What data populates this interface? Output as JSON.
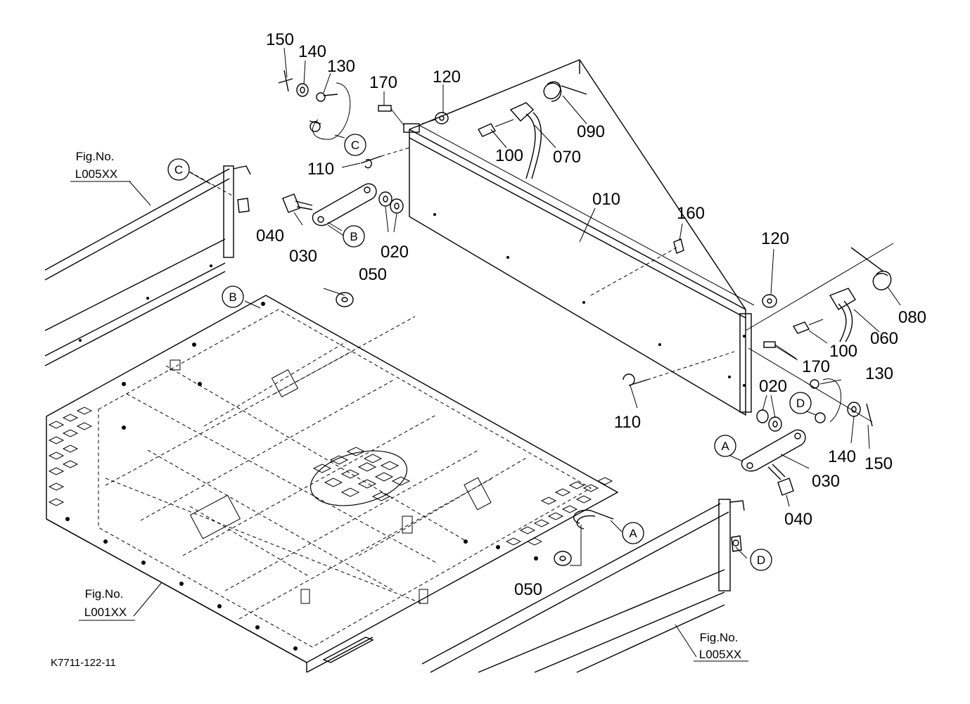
{
  "figure_code": "K7711-122-11",
  "fig_refs": [
    {
      "caption": "Fig.No.",
      "number": "L005XX"
    },
    {
      "caption": "Fig.No.",
      "number": "L001XX"
    },
    {
      "caption": "Fig.No.",
      "number": "L005XX"
    }
  ],
  "part_numbers": [
    "150",
    "140",
    "130",
    "170",
    "120",
    "090",
    "070",
    "100",
    "110",
    "010",
    "160",
    "040",
    "030",
    "020",
    "050",
    "120",
    "080",
    "060",
    "100",
    "170",
    "130",
    "020",
    "140",
    "150",
    "110",
    "030",
    "040",
    "050"
  ],
  "callouts": [
    "C",
    "C",
    "B",
    "B",
    "A",
    "A",
    "D",
    "D"
  ],
  "colors": {
    "ink": "#000000",
    "paper": "#ffffff"
  }
}
